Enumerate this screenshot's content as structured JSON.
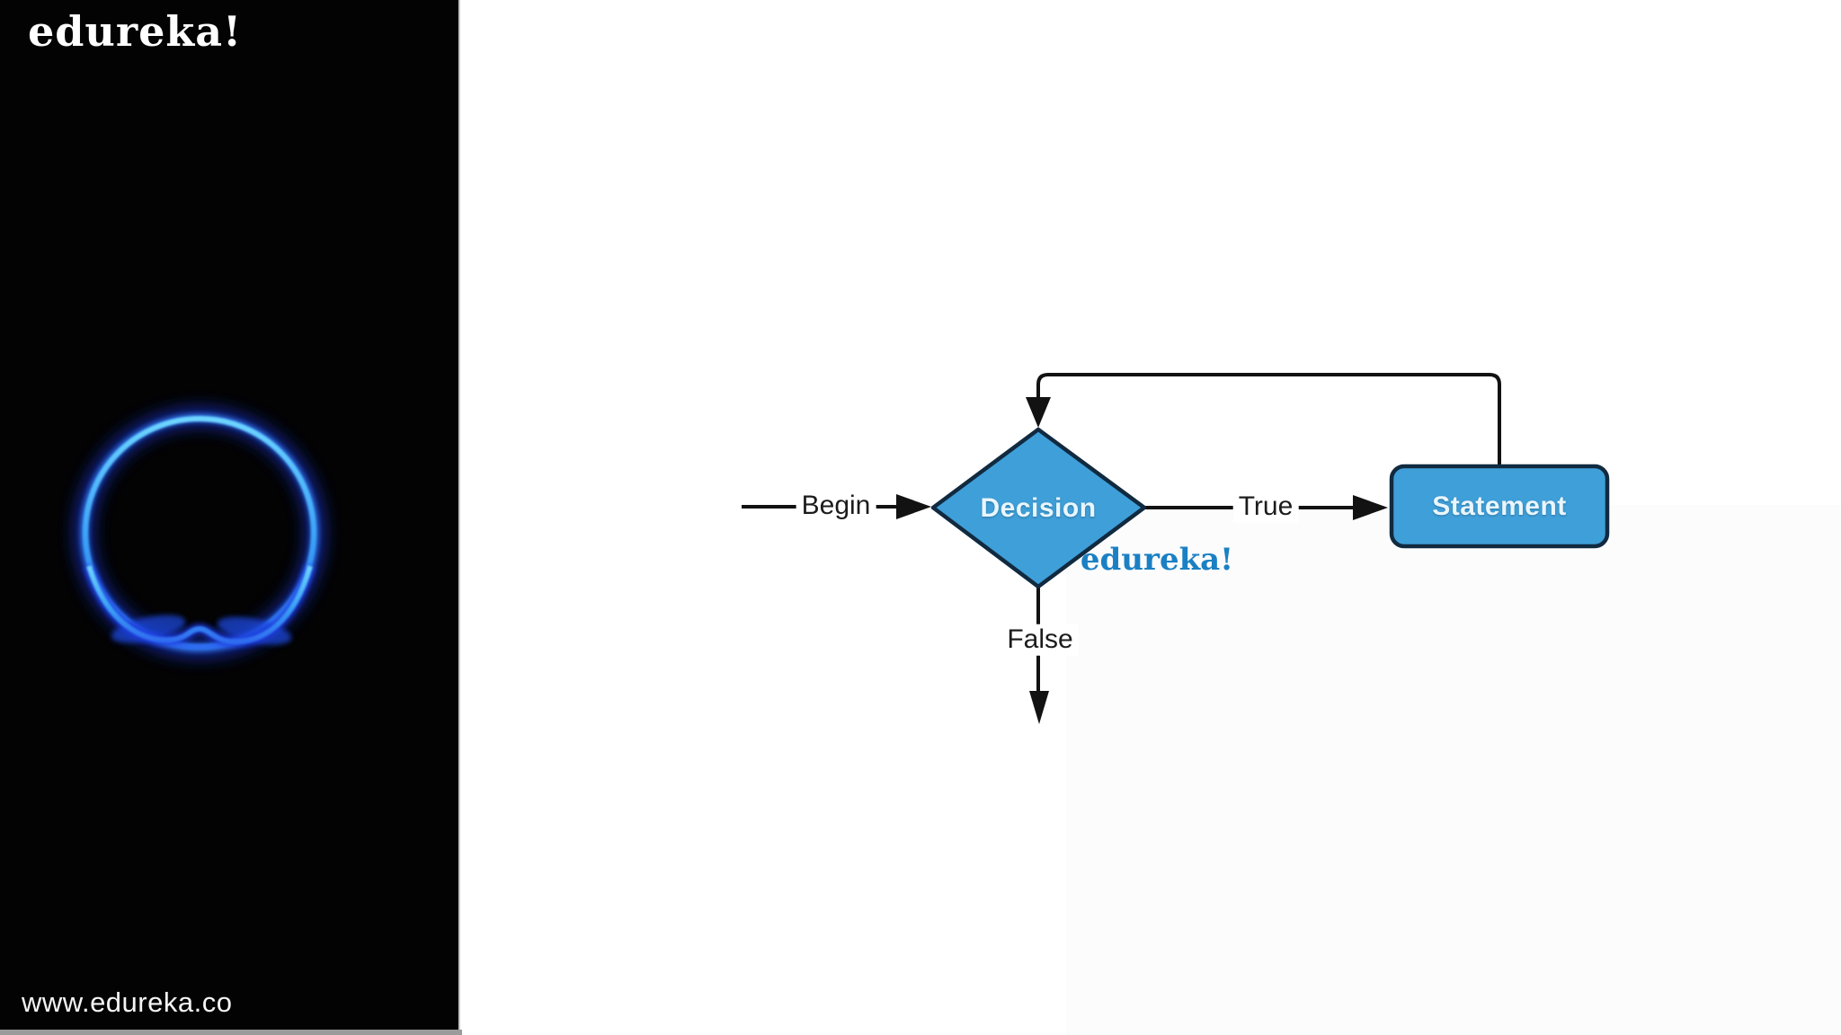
{
  "left_panel": {
    "logo": "edureka!",
    "url": "www.edureka.co"
  },
  "flowchart": {
    "begin_label": "Begin",
    "decision_label": "Decision",
    "true_label": "True",
    "false_label": "False",
    "statement_label": "Statement",
    "watermark": "edureka!"
  },
  "colors": {
    "node_fill": "#3f9fd8",
    "node_border": "#112a40",
    "connector": "#121212",
    "edge_label_text": "#1c1c1c",
    "node_text": "#e9f6fd",
    "watermark_blue": "#1b80c3",
    "ring_highlight": "#6fd6ff",
    "ring_core": "#2f7bf0",
    "ring_glow": "#1c39e0",
    "panel_background": "#030303",
    "bottom_strip_gray": "#9b9b9b"
  }
}
